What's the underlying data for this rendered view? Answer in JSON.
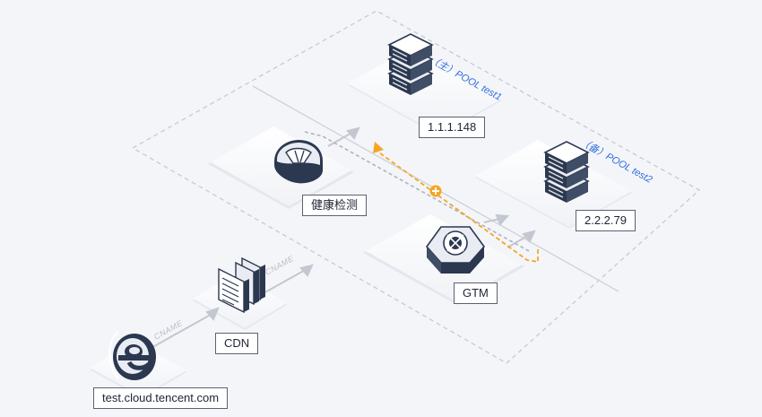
{
  "nodes": {
    "client": {
      "label": "test.cloud.tencent.com",
      "icon": "browser-e-icon"
    },
    "cdn": {
      "label": "CDN",
      "icon": "document-stack-icon"
    },
    "gtm": {
      "label": "GTM",
      "icon": "gtm-hex-icon"
    },
    "health": {
      "label": "健康检测",
      "icon": "shield-check-icon"
    },
    "primary_server": {
      "label": "1.1.1.148",
      "icon": "server-rack-icon"
    },
    "backup_server": {
      "label": "2.2.2.79",
      "icon": "server-rack-icon"
    }
  },
  "pools": {
    "primary": "（主）POOL test1",
    "backup": "（备）POOL test2"
  },
  "edges": {
    "client_to_cdn": "CNAME",
    "cdn_to_gtm": "CNAME"
  },
  "colors": {
    "background": "#f4f5f9",
    "platform": "#ffffff",
    "connector": "#c3c7cf",
    "failover": "#f5a623",
    "pool_text": "#2f6be0",
    "icon_dark": "#2b3850",
    "icon_light": "#e9ecf2"
  }
}
